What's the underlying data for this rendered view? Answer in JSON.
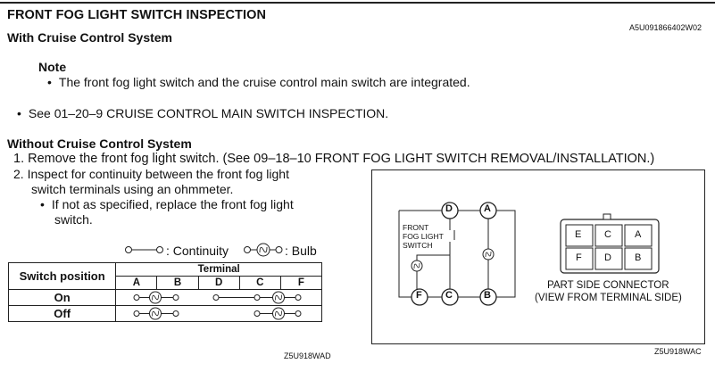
{
  "doc": {
    "title": "FRONT FOG LIGHT SWITCH INSPECTION",
    "code_top": "A5U091866402W02",
    "subtitle_cruise": "With Cruise Control System",
    "note_heading": "Note",
    "note_text": "The front fog light switch and the cruise control main switch are integrated.",
    "see_text": "See 01–20–9 CRUISE CONTROL MAIN SWITCH INSPECTION.",
    "subtitle_no_cruise": "Without Cruise Control System",
    "step1": "1. Remove the front fog light switch. (See 09–18–10 FRONT FOG LIGHT SWITCH REMOVAL/INSTALLATION.)",
    "step2_line1": "2. Inspect for continuity between the front fog light",
    "step2_line2": "switch terminals using an ohmmeter.",
    "step2_sub_line1": "If not as specified, replace the front fog light",
    "step2_sub_line2": "switch."
  },
  "legend": {
    "continuity": ": Continuity",
    "bulb": ": Bulb"
  },
  "table": {
    "header_position": "Switch position",
    "header_terminal": "Terminal",
    "columns": [
      "A",
      "B",
      "D",
      "C",
      "F"
    ],
    "rows": [
      {
        "label": "On"
      },
      {
        "label": "Off"
      }
    ]
  },
  "diagram": {
    "switch_label_lines": [
      "FRONT",
      "FOG LIGHT",
      "SWITCH"
    ],
    "terminals": [
      "D",
      "A",
      "F",
      "C",
      "B"
    ],
    "connector_top": [
      "E",
      "C",
      "A"
    ],
    "connector_bottom": [
      "F",
      "D",
      "B"
    ],
    "caption_line1": "PART SIDE CONNECTOR",
    "caption_line2": "(VIEW FROM TERMINAL SIDE)",
    "figure_code": "Z5U918WAC"
  },
  "figure_code_left": "Z5U918WAD"
}
